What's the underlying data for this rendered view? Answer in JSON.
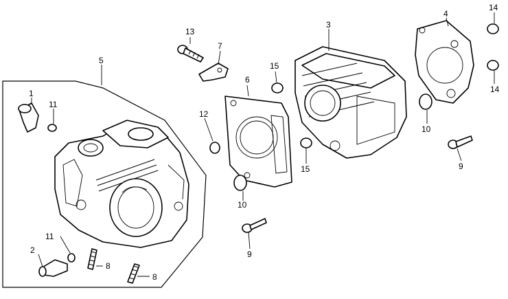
{
  "diagram": {
    "callouts": {
      "p1": "1",
      "p2": "2",
      "p3": "3",
      "p4": "4",
      "p5": "5",
      "p6": "6",
      "p7": "7",
      "p8a": "8",
      "p8b": "8",
      "p9a": "9",
      "p9b": "9",
      "p10a": "10",
      "p10b": "10",
      "p11a": "11",
      "p11b": "11",
      "p12": "12",
      "p13": "13",
      "p14a": "14",
      "p14b": "14",
      "p15a": "15",
      "p15b": "15"
    }
  }
}
